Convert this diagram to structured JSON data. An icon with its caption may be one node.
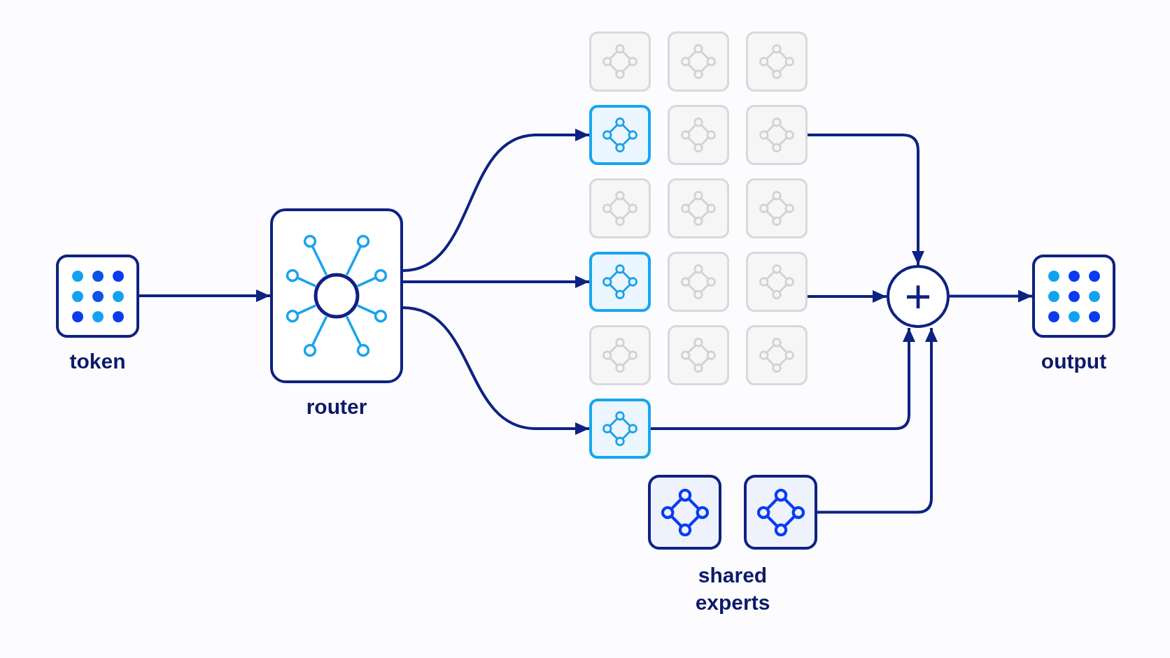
{
  "diagram": {
    "nodes": [
      {
        "text": [
          "token"
        ]
      },
      {
        "text": [
          "router"
        ]
      },
      {
        "text": [],
        "shape": "box"
      },
      {
        "text": [],
        "shape": "box"
      },
      {
        "text": [],
        "shape": "box"
      },
      {
        "text": [],
        "shape": "box"
      },
      {
        "text": [],
        "shape": "box"
      },
      {
        "text": [],
        "shape": "box"
      },
      {
        "text": [],
        "shape": "box"
      },
      {
        "text": [],
        "shape": "box"
      },
      {
        "text": [],
        "shape": "box"
      },
      {
        "text": [],
        "shape": "box"
      },
      {
        "text": [],
        "shape": "box"
      },
      {
        "text": [],
        "shape": "box"
      },
      {
        "text": [],
        "shape": "box"
      },
      {
        "text": [],
        "shape": "box"
      },
      {
        "text": [],
        "shape": "box"
      },
      {
        "text": [],
        "shape": "box"
      },
      {
        "text": [
          "+"
        ]
      },
      {
        "text": [
          "output"
        ]
      },
      {
        "text": [
          "shared experts"
        ]
      },
      {
        "text": [],
        "shape": "box",
        "in": 20
      },
      {
        "text": [],
        "shape": "box",
        "in": 20
      }
    ],
    "edges": [
      {
        "from": 0,
        "to": 1,
        "arrow": "to"
      },
      {
        "from": 1,
        "to": 5,
        "arrow": "to"
      },
      {
        "from": 1,
        "to": 11,
        "arrow": "to"
      },
      {
        "from": 1,
        "to": 17,
        "arrow": "to"
      },
      {
        "from": 7,
        "to": 18,
        "arrow": "to"
      },
      {
        "from": 13,
        "to": 18,
        "arrow": "to"
      },
      {
        "from": 17,
        "to": 18,
        "arrow": "to"
      },
      {
        "from": 22,
        "to": 18,
        "arrow": "to"
      },
      {
        "from": 18,
        "to": 19,
        "arrow": "to"
      }
    ]
  }
}
